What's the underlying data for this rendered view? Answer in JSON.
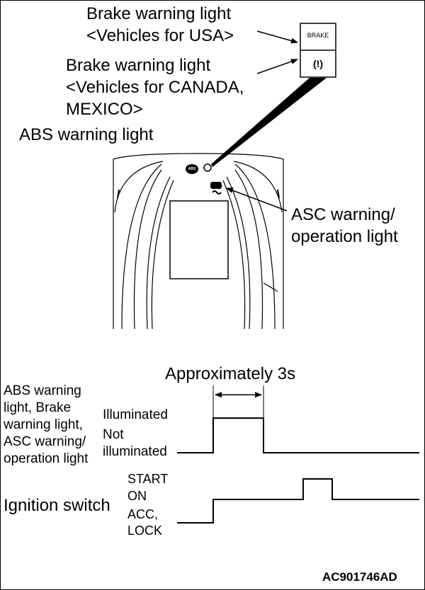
{
  "callouts": {
    "brake_usa": "Brake warning light\n<Vehicles for USA>",
    "brake_canada": "Brake warning light\n<Vehicles for CANADA,\nMEXICO>",
    "abs": "ABS warning light",
    "asc": "ASC warning/\noperation light"
  },
  "indicators": {
    "brake_text": "BRAKE",
    "brake_symbol": "(!)",
    "abs_symbol": "ABS"
  },
  "timing": {
    "duration": "Approximately 3s",
    "warning_lights_label": "ABS warning\nlight, Brake\nwarning light,\nASC warning/\noperation light",
    "state_illuminated": "Illuminated",
    "state_not_illuminated": "Not\nilluminated",
    "ignition_label": "Ignition switch",
    "state_start": "START",
    "state_on": "ON",
    "state_acc_lock": "ACC,\nLOCK"
  },
  "figure_code": "AC901746AD"
}
